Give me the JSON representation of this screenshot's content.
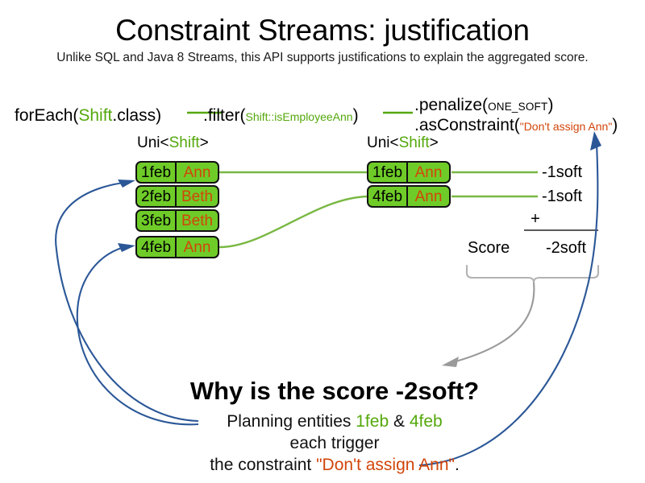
{
  "slide": {
    "title": "Constraint Streams: justification",
    "subtitle": "Unlike SQL and Java 8 Streams, this API supports justifications to explain the aggregated score."
  },
  "colors": {
    "green_accent": "#54a80c",
    "green_box_fill": "#6fcc28",
    "orange_accent": "#d2450a",
    "blue_arrow": "#2b5797",
    "gray_arrow": "#909090",
    "box_border": "#111111"
  },
  "pipeline": {
    "foreach": {
      "call": "forEach(",
      "type": "Shift",
      "tail": ".class)"
    },
    "filter": {
      "call": ".filter(",
      "ref": "Shift::isEmployeeAnn",
      "tail": ")"
    },
    "penalize": {
      "call": ".penalize(",
      "weight": "ONE_SOFT",
      "tail": ")"
    },
    "as_constraint": {
      "call": ".asConstraint(",
      "name": "\"Don't assign Ann\"",
      "tail": ")"
    }
  },
  "streams": {
    "left": {
      "label_prefix": "Uni<",
      "label_type": "Shift",
      "label_suffix": ">",
      "tuples": [
        {
          "date": "1feb",
          "employee": "Ann"
        },
        {
          "date": "2feb",
          "employee": "Beth"
        },
        {
          "date": "3feb",
          "employee": "Beth"
        },
        {
          "date": "4feb",
          "employee": "Ann"
        }
      ]
    },
    "right": {
      "label_prefix": "Uni<",
      "label_type": "Shift",
      "label_suffix": ">",
      "tuples": [
        {
          "date": "1feb",
          "employee": "Ann",
          "penalty": "-1soft"
        },
        {
          "date": "4feb",
          "employee": "Ann",
          "penalty": "-1soft"
        }
      ]
    }
  },
  "score": {
    "operator": "+",
    "label": "Score",
    "total": "-2soft"
  },
  "explanation": {
    "heading": "Why is the score -2soft?",
    "line1_prefix": "Planning entities ",
    "line1_entity_a": "1feb",
    "line1_conjunction": " & ",
    "line1_entity_b": "4feb",
    "line2": "each trigger",
    "line3_prefix": "the constraint ",
    "line3_constraint": "\"Don't assign Ann\"",
    "line3_suffix": "."
  }
}
